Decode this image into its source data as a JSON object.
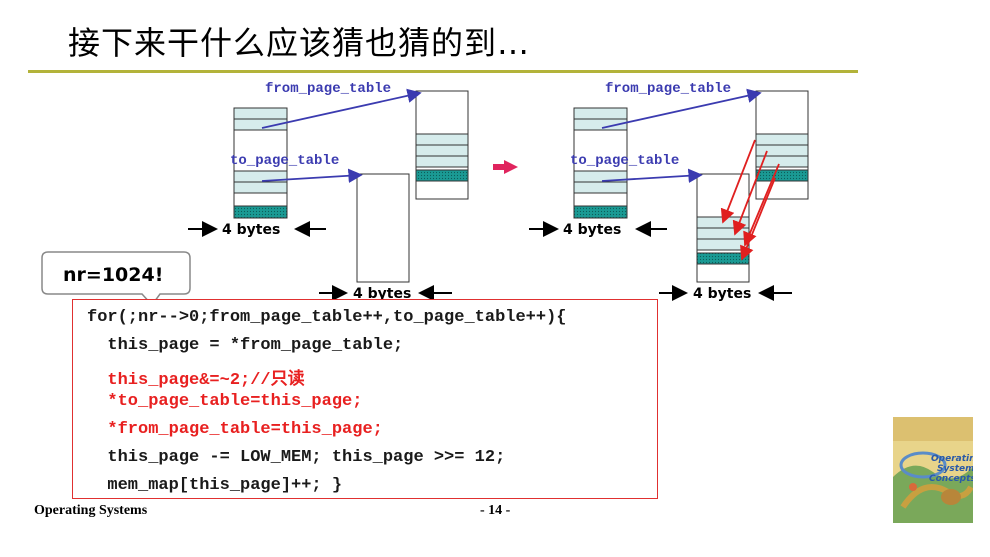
{
  "slide": {
    "title": "接下来干什么应该猜也猜的到…",
    "footer_left": "Operating Systems",
    "page_number": "- 14 -"
  },
  "diagram": {
    "left": {
      "from_label": "from_page_table",
      "to_label": "to_page_table",
      "bytes_label_1": "4 bytes",
      "bytes_label_2": "4 bytes"
    },
    "right": {
      "from_label": "from_page_table",
      "to_label": "to_page_table",
      "bytes_label_1": "4 bytes",
      "bytes_label_2": "4 bytes"
    },
    "callout": "nr=1024!",
    "colors": {
      "cell_fill": "#d6ecec",
      "dark_cell": "#1a9a94",
      "pointer": "#3b3bb0",
      "copy_arrow": "#e02020",
      "transition_arrow": "#e0245e"
    }
  },
  "code": {
    "lines": [
      "for(;nr-->0;from_page_table++,to_page_table++){",
      "  this_page = *from_page_table;",
      "  this_page&=~2;//只读",
      "  *to_page_table=this_page;",
      "  *from_page_table=this_page;",
      "  this_page -= LOW_MEM; this_page >>= 12;",
      "  mem_map[this_page]++; }"
    ]
  },
  "book_cover": {
    "text_1": "Operating",
    "text_2": "System",
    "text_3": "Concepts"
  }
}
